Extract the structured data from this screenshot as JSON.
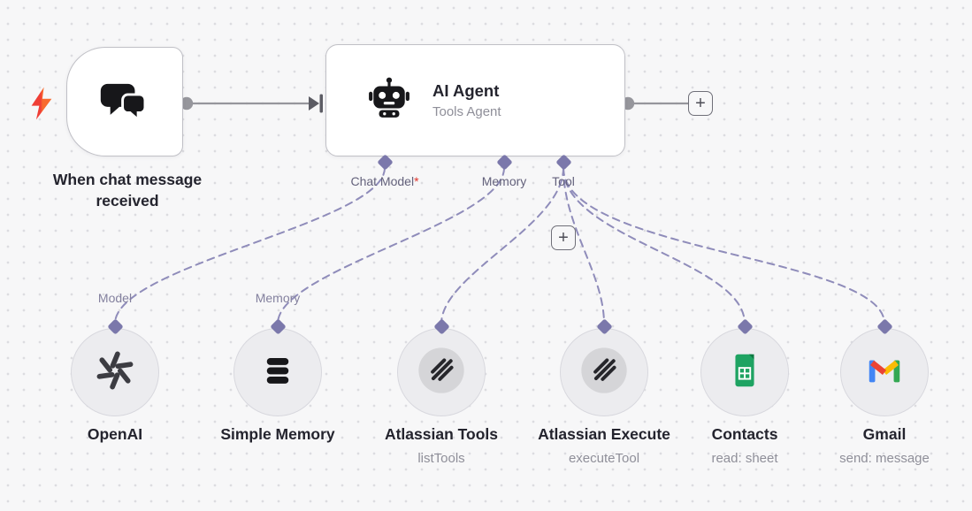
{
  "ui": {
    "plus": "+"
  },
  "colors": {
    "background": "#f7f7f8",
    "node_bg": "#ffffff",
    "node_border": "#c0c0c6",
    "edge": "#96969c",
    "dashed_edge": "#8f8cba",
    "diamond": "#7b78ab",
    "required": "#e0342c",
    "bolt_red": "#ef3e36",
    "bolt_orange": "#f86a2e",
    "title_text": "#24242e",
    "subtitle_text": "#8f8f99"
  },
  "trigger": {
    "label": "When chat message received",
    "icon": "chat-bubbles-icon"
  },
  "agent": {
    "title": "AI Agent",
    "subtitle": "Tools Agent",
    "icon": "robot-icon",
    "ports": [
      {
        "label": "Chat Model",
        "required": "*"
      },
      {
        "label": "Memory"
      },
      {
        "label": "Tool"
      }
    ]
  },
  "nodes": [
    {
      "name": "OpenAI",
      "subtitle": "",
      "port_label": "Model",
      "icon": "openai-icon"
    },
    {
      "name": "Simple Memory",
      "subtitle": "",
      "port_label": "Memory",
      "icon": "database-icon"
    },
    {
      "name": "Atlassian Tools",
      "subtitle": "listTools",
      "port_label": "",
      "icon": "mcp-icon"
    },
    {
      "name": "Atlassian Execute",
      "subtitle": "executeTool",
      "port_label": "",
      "icon": "mcp-icon"
    },
    {
      "name": "Contacts",
      "subtitle": "read: sheet",
      "port_label": "",
      "icon": "google-sheets-icon"
    },
    {
      "name": "Gmail",
      "subtitle": "send: message",
      "port_label": "",
      "icon": "gmail-icon"
    }
  ]
}
